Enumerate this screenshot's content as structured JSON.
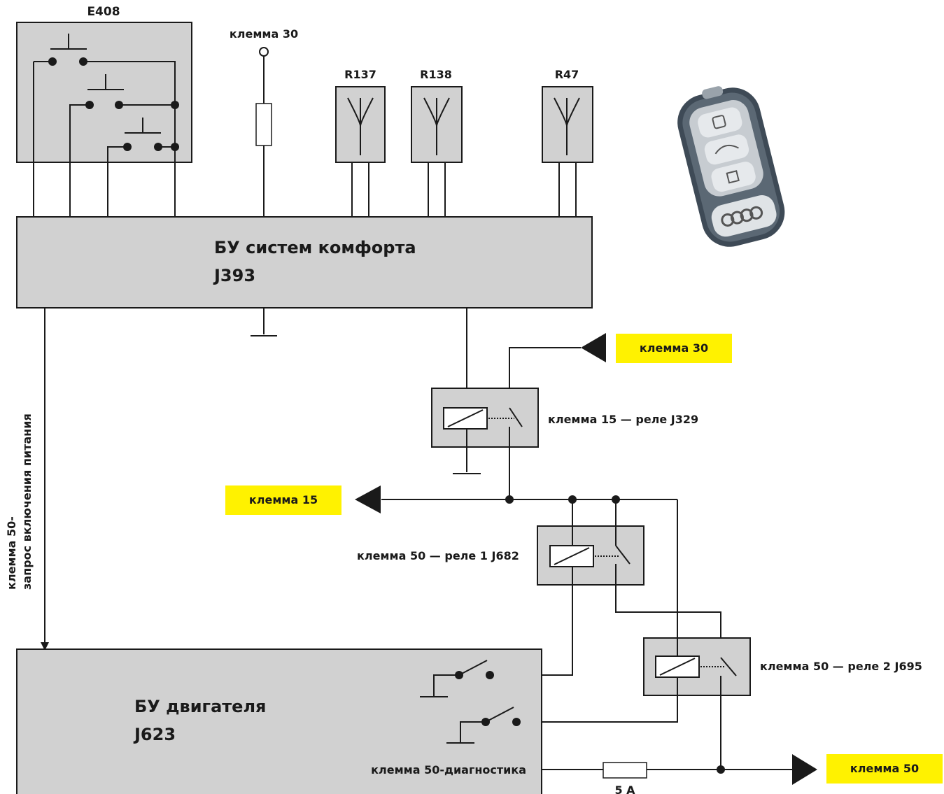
{
  "colors": {
    "box_fill": "#d1d1d1",
    "highlight": "#fff200",
    "line": "#1a1a1a"
  },
  "components": {
    "e408": "E408",
    "r137": "R137",
    "r138": "R138",
    "r47": "R47",
    "comfort_ecu": {
      "title": "БУ систем комфорта",
      "code": "J393"
    },
    "engine_ecu": {
      "title": "БУ двигателя",
      "code": "J623"
    }
  },
  "labels": {
    "klemma30_top": "клемма 30",
    "klemma30_tag": "клемма 30",
    "klemma15_tag": "клемма 15",
    "klemma50_tag": "клемма 50",
    "relay_j329": "клемма 15 — реле J329",
    "relay_j682": "клемма 50 — реле 1 J682",
    "relay_j695": "клемма 50 — реле 2 J695",
    "diag": "клемма 50-диагностика",
    "fuse_5a": "5 A",
    "request_line1": "клемма 50-",
    "request_line2": "запрос включения питания"
  },
  "icons": {
    "key_fob": "audi-key-fob-icon"
  }
}
